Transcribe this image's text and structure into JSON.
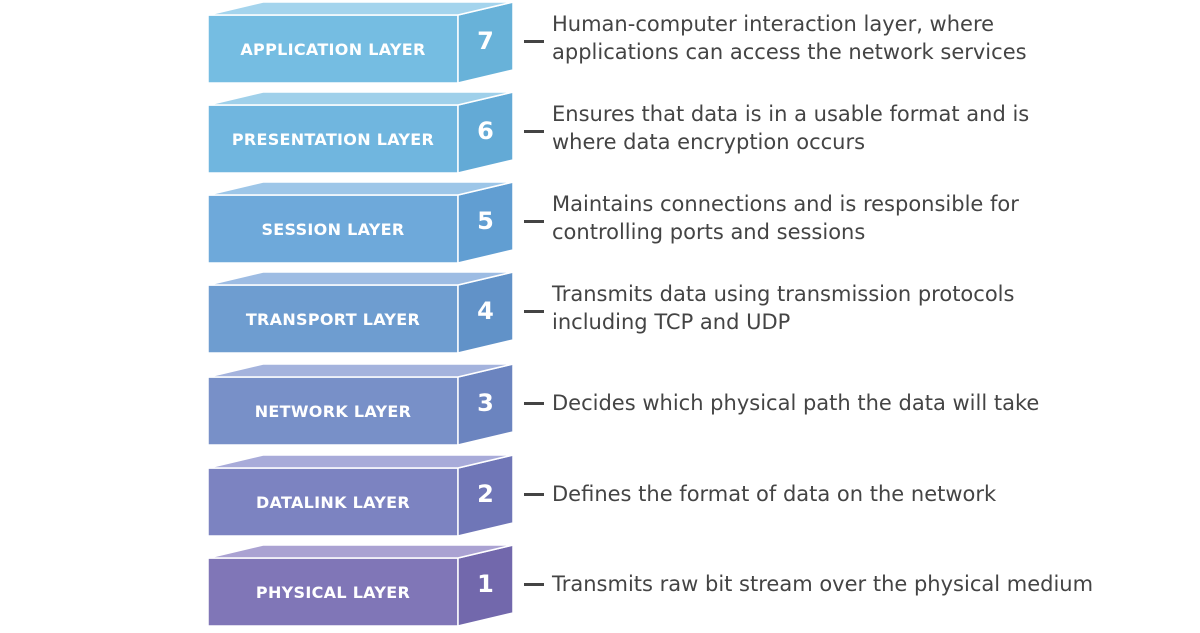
{
  "diagram": {
    "layers": [
      {
        "number": "7",
        "name": "APPLICATION LAYER",
        "description": [
          "Human-computer interaction layer, where",
          "applications can access the network services"
        ],
        "front_color": "#75bde2",
        "top_color": "#a4d4ed",
        "side_color": "#68b2d9"
      },
      {
        "number": "6",
        "name": "PRESENTATION LAYER",
        "description": [
          "Ensures that data is in a usable format and is",
          "where data encryption occurs"
        ],
        "front_color": "#70b6df",
        "top_color": "#9fd0ea",
        "side_color": "#63aad6"
      },
      {
        "number": "5",
        "name": "SESSION LAYER",
        "description": [
          "Maintains connections and is responsible for",
          "controlling ports and sessions"
        ],
        "front_color": "#6ea9da",
        "top_color": "#9dc6e8",
        "side_color": "#619ed2"
      },
      {
        "number": "4",
        "name": "TRANSPORT LAYER",
        "description": [
          "Transmits data using transmission protocols",
          "including TCP and UDP"
        ],
        "front_color": "#6e9dd0",
        "top_color": "#9dbce3",
        "side_color": "#6192c8"
      },
      {
        "number": "3",
        "name": "NETWORK LAYER",
        "description": [
          "Decides which physical path the data will take"
        ],
        "front_color": "#7890c8",
        "top_color": "#a4b3dd",
        "side_color": "#6b84bf"
      },
      {
        "number": "2",
        "name": "DATALINK LAYER",
        "description": [
          "Defines the format of data on the network"
        ],
        "front_color": "#7c83c1",
        "top_color": "#a8abd9",
        "side_color": "#6f76b7"
      },
      {
        "number": "1",
        "name": "PHYSICAL LAYER",
        "description": [
          "Transmits raw bit stream over the physical medium"
        ],
        "front_color": "#8076b7",
        "top_color": "#aaa2d2",
        "side_color": "#7268ac"
      }
    ]
  }
}
